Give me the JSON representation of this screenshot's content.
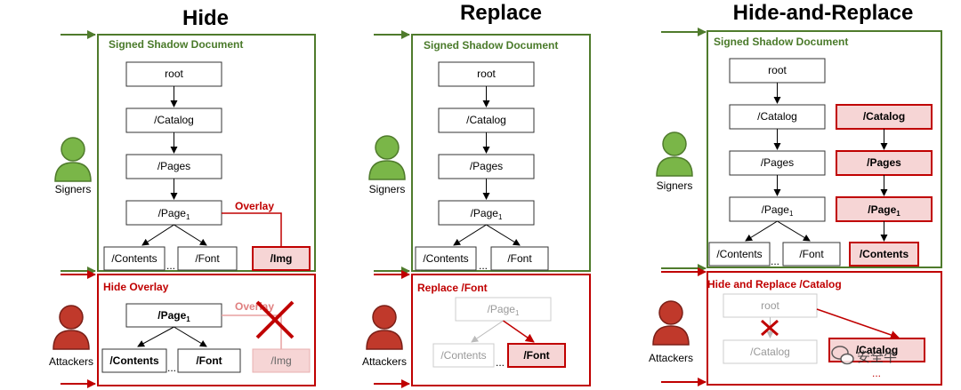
{
  "panels": {
    "hide": {
      "title": "Hide",
      "signed_label": "Signed Shadow Document",
      "attack_label": "Hide Overlay",
      "overlay_label": "Overlay",
      "overlay_label_faded": "Overlay",
      "nodes": {
        "root": "root",
        "catalog": "/Catalog",
        "pages": "/Pages",
        "page": "/Page",
        "page_sub": "1",
        "contents": "/Contents",
        "font": "/Font",
        "img": "/Img",
        "dots": "...",
        "a_page": "/Page",
        "a_page_sub": "1",
        "a_contents": "/Contents",
        "a_font": "/Font",
        "a_img": "/Img",
        "a_dots": "..."
      }
    },
    "replace": {
      "title": "Replace",
      "signed_label": "Signed Shadow Document",
      "attack_label": "Replace /Font",
      "nodes": {
        "root": "root",
        "catalog": "/Catalog",
        "pages": "/Pages",
        "page": "/Page",
        "page_sub": "1",
        "contents": "/Contents",
        "font": "/Font",
        "dots": "...",
        "a_page": "/Page",
        "a_page_sub": "1",
        "a_contents": "/Contents",
        "a_font": "/Font",
        "a_dots": "..."
      }
    },
    "hide_replace": {
      "title": "Hide-and-Replace",
      "signed_label": "Signed Shadow Document",
      "attack_label": "Hide and Replace /Catalog",
      "nodes": {
        "root": "root",
        "catalog": "/Catalog",
        "pages": "/Pages",
        "page": "/Page",
        "page_sub": "1",
        "contents": "/Contents",
        "font": "/Font",
        "dots": "...",
        "r_catalog": "/Catalog",
        "r_pages": "/Pages",
        "r_page": "/Page",
        "r_page_sub": "1",
        "r_contents": "/Contents",
        "a_root": "root",
        "a_catalog": "/Catalog",
        "a_catalog_new": "/Catalog",
        "a_dots": "..."
      }
    }
  },
  "actors": {
    "signers": "Signers",
    "attackers": "Attackers"
  },
  "watermark": "安全牛",
  "colors": {
    "green": "#4f7b2c",
    "red": "#c00000",
    "signer_fill": "#7ab648",
    "attacker_fill": "#c0392b",
    "pink": "#f6d5d5"
  }
}
